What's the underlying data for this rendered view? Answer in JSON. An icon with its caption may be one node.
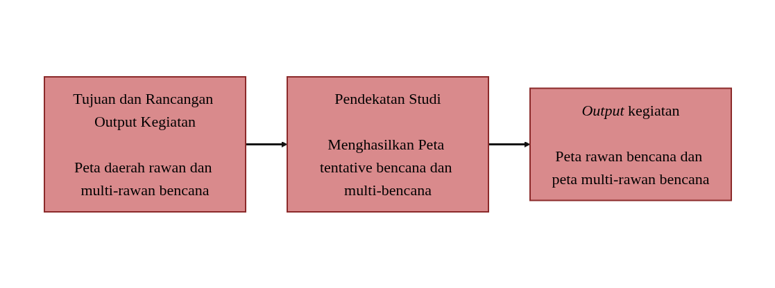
{
  "diagram": {
    "nodes": [
      {
        "text": [
          "Tujuan dan Rancangan Output Kegiatan",
          "Peta daerah rawan dan multi-rawan bencana"
        ]
      },
      {
        "text": [
          "Pendekatan Studi",
          "Menghasilkan Peta tentative bencana dan multi-bencana"
        ]
      },
      {
        "text": [
          "*Output* kegiatan",
          "Peta rawan bencana dan peta multi-rawan bencana"
        ]
      }
    ],
    "edges": [
      {
        "from": 0,
        "to": 1,
        "arrow": "to"
      },
      {
        "from": 1,
        "to": 2,
        "arrow": "to"
      }
    ]
  }
}
